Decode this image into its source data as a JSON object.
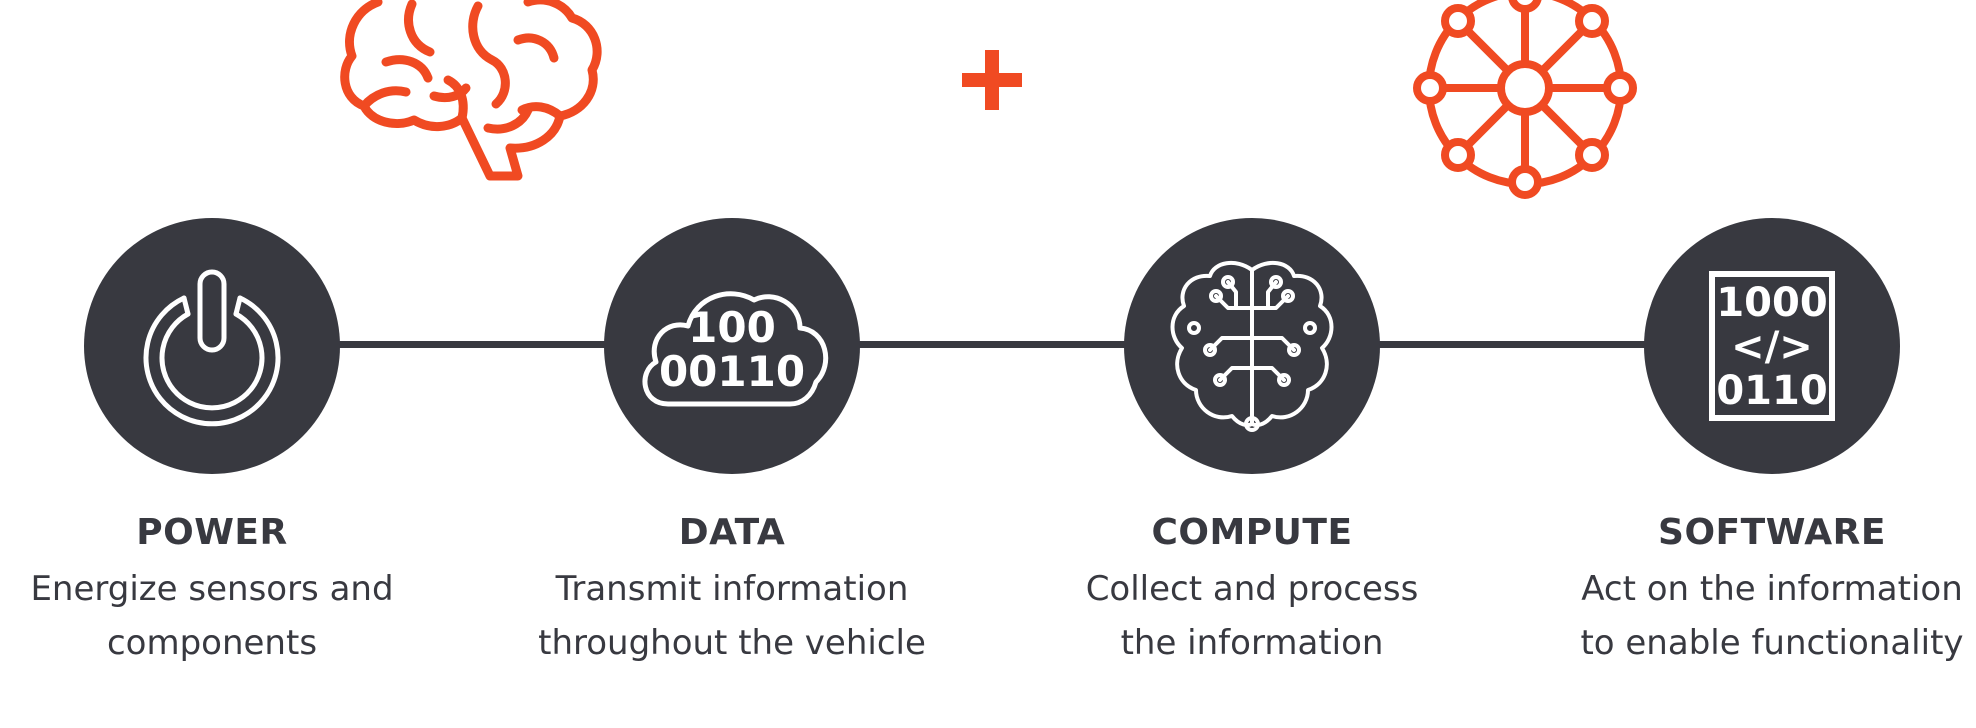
{
  "colors": {
    "accent": "#f04a22",
    "dark": "#383940",
    "background": "#ffffff"
  },
  "top_icons": [
    "brain-outline-icon",
    "plus-icon",
    "network-wheel-icon"
  ],
  "stages": [
    {
      "title": "POWER",
      "icon": "power-icon",
      "desc_line1": "Energize sensors and",
      "desc_line2": "components"
    },
    {
      "title": "DATA",
      "icon": "cloud-binary-icon",
      "cloud_line1": "100",
      "cloud_line2": "00110",
      "desc_line1": "Transmit information",
      "desc_line2": "throughout the vehicle"
    },
    {
      "title": "COMPUTE",
      "icon": "brain-circuit-icon",
      "desc_line1": "Collect and process",
      "desc_line2": "the information"
    },
    {
      "title": "SOFTWARE",
      "icon": "code-document-icon",
      "code_line1": "1000",
      "code_line2": "</>",
      "code_line3": "0110",
      "desc_line1": "Act on the information",
      "desc_line2": "to enable functionality"
    }
  ]
}
